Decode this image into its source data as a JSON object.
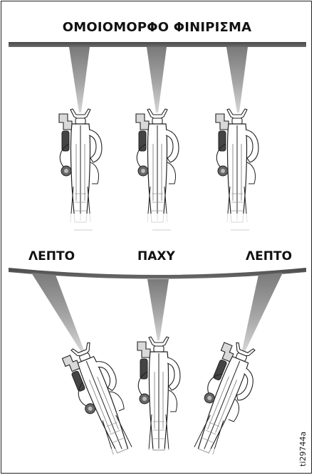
{
  "top": {
    "title": "ΟΜΟΙΟΜΟΡΦΟ ΦΙΝΙΡΙΣΜΑ"
  },
  "bottom": {
    "left_label": "ΛΕΠΤΟ",
    "center_label": "ΠΑΧΥ",
    "right_label": "ΛΕΠΤΟ"
  },
  "figure_code": "ti29744a",
  "colors": {
    "ink": "#111111",
    "surface_band": "#555555",
    "spray_fan": "#8a8a8a"
  },
  "icons": [
    "spray-gun-icon",
    "spray-fan",
    "finish-surface-band"
  ]
}
